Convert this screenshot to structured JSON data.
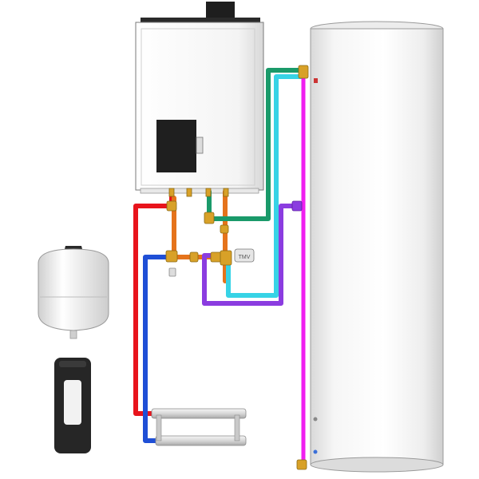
{
  "diagram": {
    "components": [
      {
        "id": "boiler",
        "kind": "wall-hung boiler"
      },
      {
        "id": "storage-tank",
        "kind": "indirect hot water cylinder"
      },
      {
        "id": "expansion-vessel",
        "kind": "expansion vessel"
      },
      {
        "id": "controller",
        "kind": "wall controller"
      },
      {
        "id": "manifold",
        "kind": "return/flow manifold"
      },
      {
        "id": "mixing-valve",
        "kind": "thermostatic mixing valve"
      }
    ],
    "pipes": [
      {
        "id": "flow-red",
        "color": "#e8141c"
      },
      {
        "id": "return-blue",
        "color": "#1f4fd6"
      },
      {
        "id": "primary-orange",
        "color": "#e5731b"
      },
      {
        "id": "dhw-green",
        "color": "#1a9a6a"
      },
      {
        "id": "dhw-cyan",
        "color": "#37d3e6"
      },
      {
        "id": "coil-purple",
        "color": "#8b3ce0"
      },
      {
        "id": "cold-magenta",
        "color": "#f01ff0"
      }
    ],
    "colors": {
      "tank": "#f3f3f3",
      "boiler": "#f7f7f7",
      "brass": "#d8a128",
      "outline": "#8a8a8a",
      "dark": "#222222"
    },
    "valve_label": "TMV"
  }
}
